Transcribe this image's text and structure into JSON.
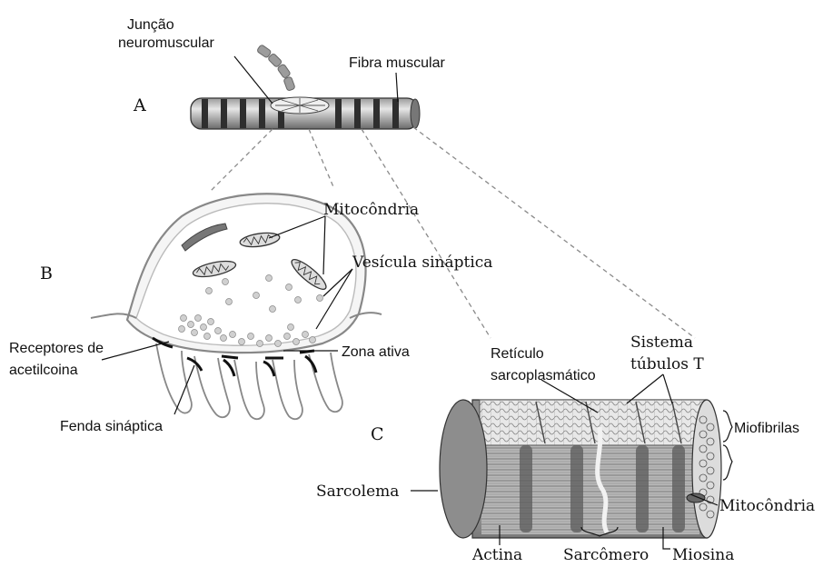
{
  "labels": {
    "panel_a": "A",
    "panel_b": "B",
    "panel_c": "C",
    "juncao_line1": "Junção",
    "juncao_line2": "neuromuscular",
    "fibra_muscular": "Fibra muscular",
    "mitocondria_b": "Mitocôndria",
    "vesicula_sinaptica": "Vesícula sináptica",
    "receptores_line1": "Receptores de",
    "receptores_line2": "acetilcoina",
    "zona_ativa": "Zona ativa",
    "fenda_sinaptica": "Fenda sináptica",
    "reticulo_line1": "Retículo",
    "reticulo_line2": "sarcoplasmático",
    "sistema_line1": "Sistema",
    "sistema_line2": "túbulos T",
    "miofibrilas": "Miofibrilas",
    "sarcolema": "Sarcolema",
    "mitocondria_c": "Mitocôndria",
    "actina": "Actina",
    "sarcomero": "Sarcômero",
    "miosina": "Miosina"
  },
  "colors": {
    "fiber_light": "#c8c8c8",
    "fiber_dark": "#3a3a3a",
    "cell_outline": "#555555",
    "leader": "#111111",
    "dash": "#8a8a8a"
  }
}
